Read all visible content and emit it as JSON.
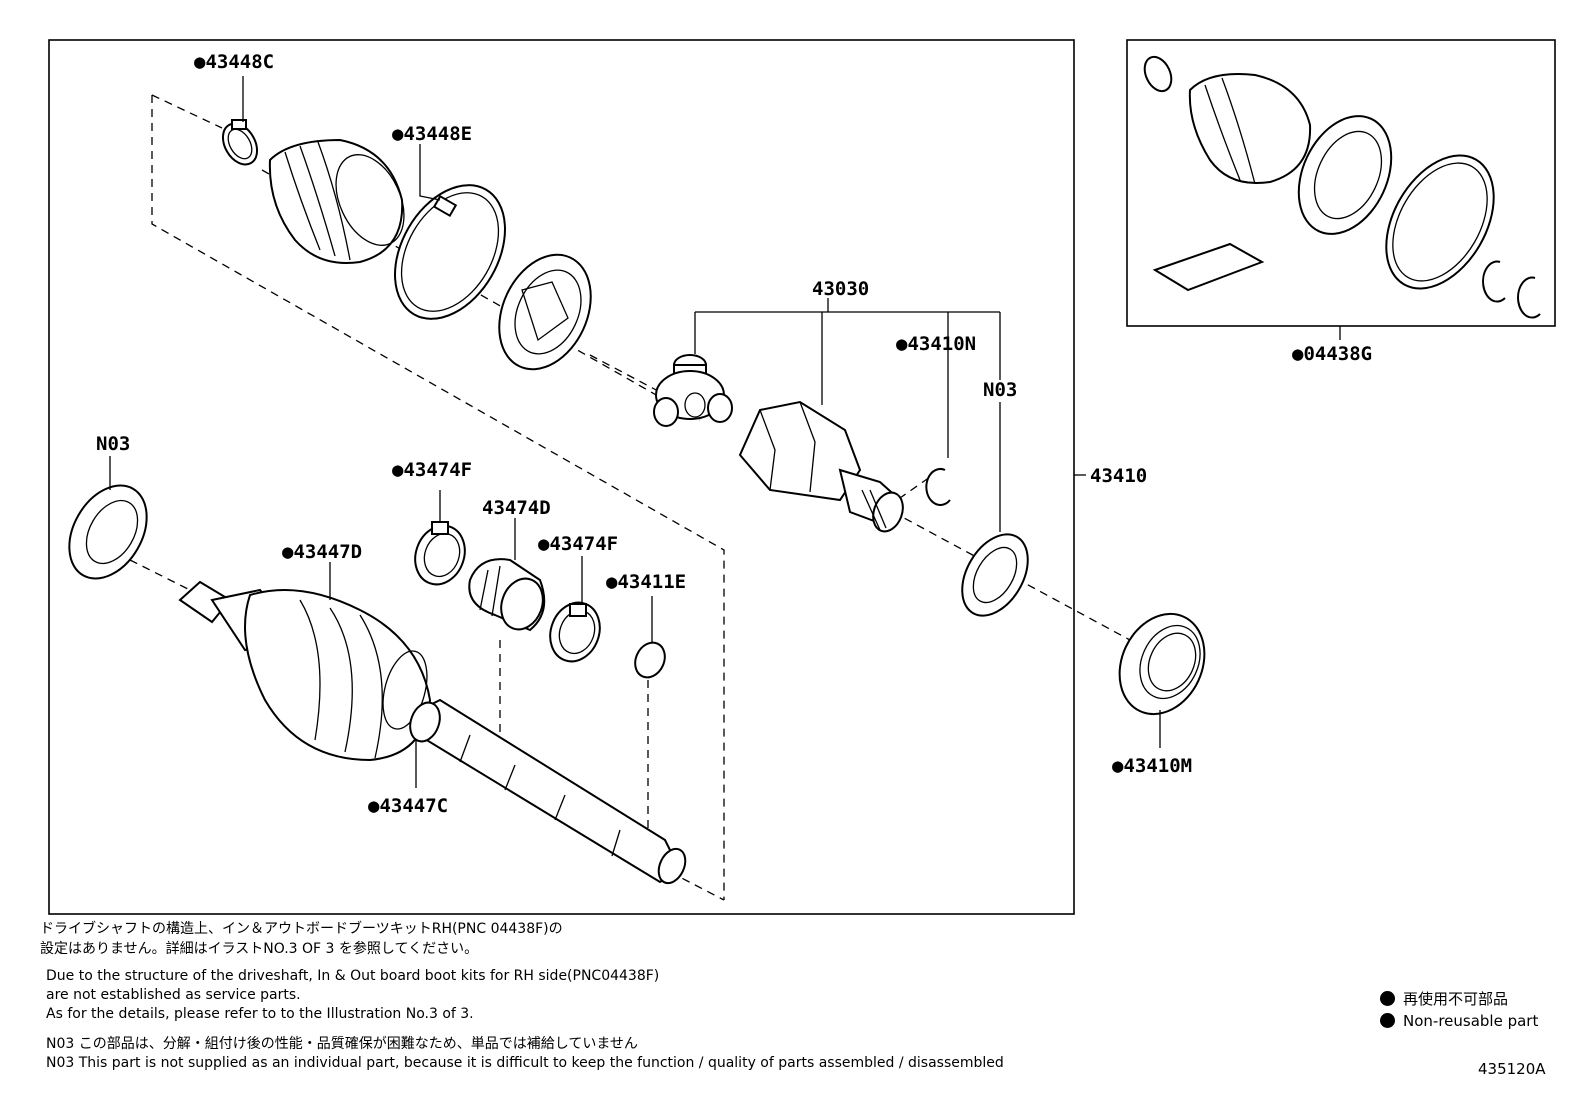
{
  "labels": {
    "p43448C": "●43448C",
    "p43448E": "●43448E",
    "p43030": "43030",
    "p43410N": "●43410N",
    "pN03a": "N03",
    "pN03b": "N03",
    "p43410": "43410",
    "p43474F_a": "●43474F",
    "p43474D": "43474D",
    "p43474F_b": "●43474F",
    "p43411E": "●43411E",
    "p43447D": "●43447D",
    "p43447C": "●43447C",
    "p43410M": "●43410M",
    "p04438G": "●04438G"
  },
  "notes": {
    "jp_line1": "ドライブシャフトの構造上、イン＆アウトボードブーツキットRH(PNC 04438F)の",
    "jp_line2": "設定はありません。詳細はイラストNO.3 OF 3 を参照してください。",
    "en_line1": "Due to the structure of the driveshaft, In & Out board  boot kits for RH side(PNC04438F)",
    "en_line2": "are not established as service parts.",
    "en_line3": "As for the details, please refer to to the Illustration No.3 of 3.",
    "n03_jp": "N03 この部品は、分解・組付け後の性能・品質確保が困難なため、単品では補給していません",
    "n03_en": "N03 This part is not supplied as an  individual part, because it is difficult to keep the function / quality of parts assembled / disassembled"
  },
  "legend": {
    "jp": "再使用不可部品",
    "en": "Non-reusable part"
  },
  "illustration_id": "435120A"
}
